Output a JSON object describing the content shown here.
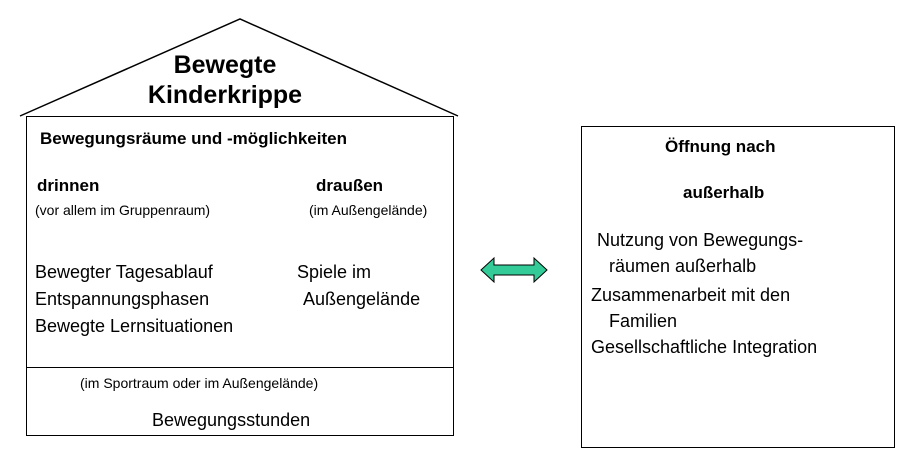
{
  "house": {
    "title_line1": "Bewegte",
    "title_line2": "Kinderkrippe",
    "heading": "Bewegungsräume und -möglichkeiten",
    "inside": {
      "title": "drinnen",
      "note": "(vor allem im Gruppenraum)",
      "items": [
        "Bewegter Tagesablauf",
        "Entspannungsphasen",
        "Bewegte  Lernsituationen"
      ]
    },
    "outside": {
      "title": "draußen",
      "note": "(im Außengelände)",
      "items": [
        "Spiele im",
        "Außengelände"
      ]
    },
    "bottom_note": "(im Sportraum oder im Außengelände)",
    "bottom_label": "Bewegungsstunden"
  },
  "right_box": {
    "title_line1": "Öffnung nach",
    "title_line2": "außerhalb",
    "items": [
      "Nutzung von Bewegungs-",
      "räumen außerhalb",
      "Zusammenarbeit mit den",
      "Familien",
      "Gesellschaftliche Integration"
    ]
  },
  "colors": {
    "arrow_fill": "#33cc99",
    "line": "#000000"
  },
  "icons": {
    "connector": "double-headed-arrow-icon"
  }
}
